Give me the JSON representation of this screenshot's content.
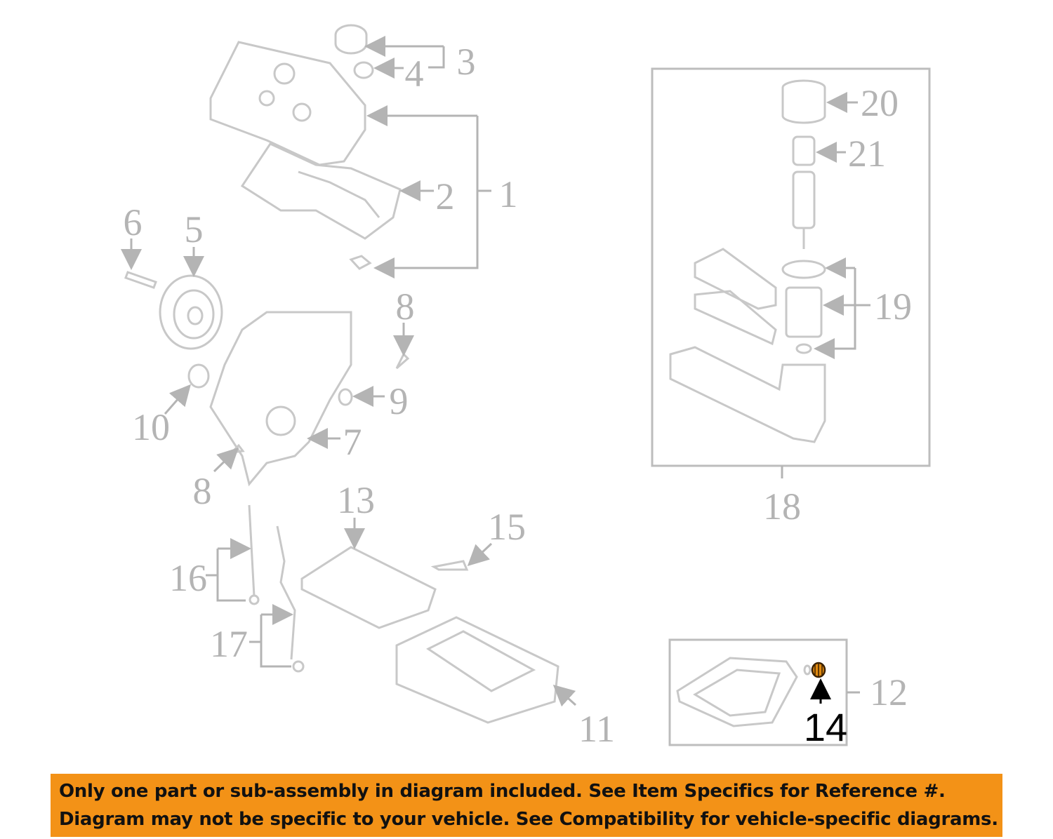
{
  "diagram": {
    "callouts": {
      "c1": "1",
      "c2": "2",
      "c3": "3",
      "c4": "4",
      "c5": "5",
      "c6": "6",
      "c7": "7",
      "c8a": "8",
      "c8b": "8",
      "c9": "9",
      "c10": "10",
      "c11": "11",
      "c12": "12",
      "c13": "13",
      "c14": "14",
      "c15": "15",
      "c16": "16",
      "c17": "17",
      "c18": "18",
      "c19": "19",
      "c20": "20",
      "c21": "21"
    },
    "highlighted_part": "14",
    "colors": {
      "diagram_gray": "#b4b4b4",
      "highlight": "#e08a10",
      "banner": "#f39217"
    }
  },
  "banner": {
    "line1": "Only one part or sub-assembly in diagram included. See Item Specifics for Reference #.",
    "line2": "Diagram may not be specific to your vehicle. See Compatibility for vehicle-specific diagrams."
  }
}
